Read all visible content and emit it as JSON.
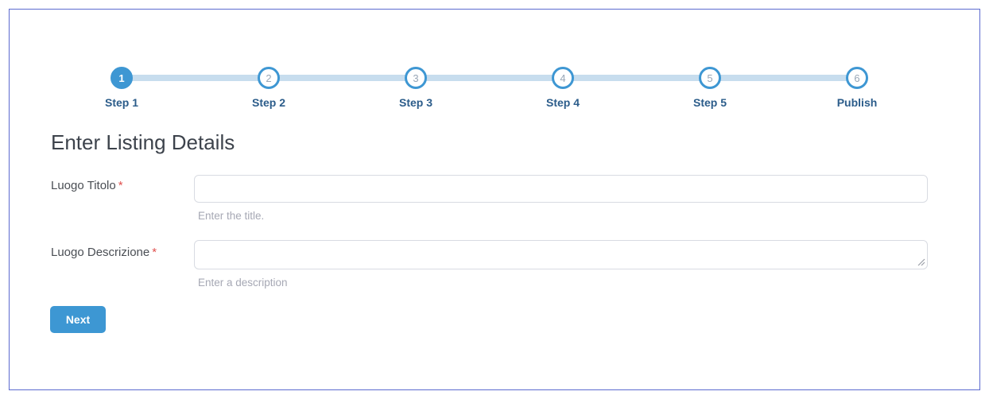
{
  "stepper": {
    "steps": [
      {
        "number": "1",
        "label": "Step 1",
        "active": true
      },
      {
        "number": "2",
        "label": "Step 2",
        "active": false
      },
      {
        "number": "3",
        "label": "Step 3",
        "active": false
      },
      {
        "number": "4",
        "label": "Step 4",
        "active": false
      },
      {
        "number": "5",
        "label": "Step 5",
        "active": false
      },
      {
        "number": "6",
        "label": "Publish",
        "active": false
      }
    ]
  },
  "heading": "Enter Listing Details",
  "form": {
    "fields": [
      {
        "label": "Luogo Titolo",
        "required_mark": "*",
        "value": "",
        "help": "Enter the title."
      },
      {
        "label": "Luogo Descrizione",
        "required_mark": "*",
        "value": "",
        "help": "Enter a description"
      }
    ],
    "next_label": "Next"
  },
  "colors": {
    "accent_blue": "#3e97d3",
    "track_blue": "#c7ddee",
    "step_label_blue": "#2b5c8a",
    "card_border": "#5c6ad0",
    "required_red": "#e0514f"
  }
}
